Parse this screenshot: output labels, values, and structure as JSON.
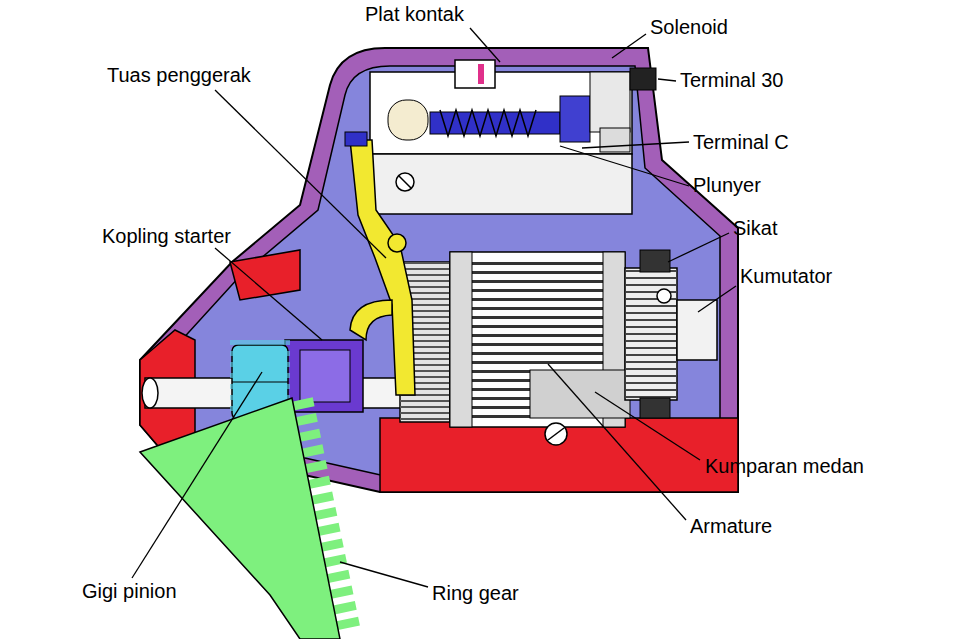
{
  "diagram": {
    "labels": [
      "Plat kontak",
      "Solenoid",
      "Tuas penggerak",
      "Terminal 30",
      "Terminal C",
      "Plunyer",
      "Sikat",
      "Kopling starter",
      "Kumutator",
      "Kumparan medan",
      "Armature",
      "Gigi pinion",
      "Ring gear"
    ]
  }
}
